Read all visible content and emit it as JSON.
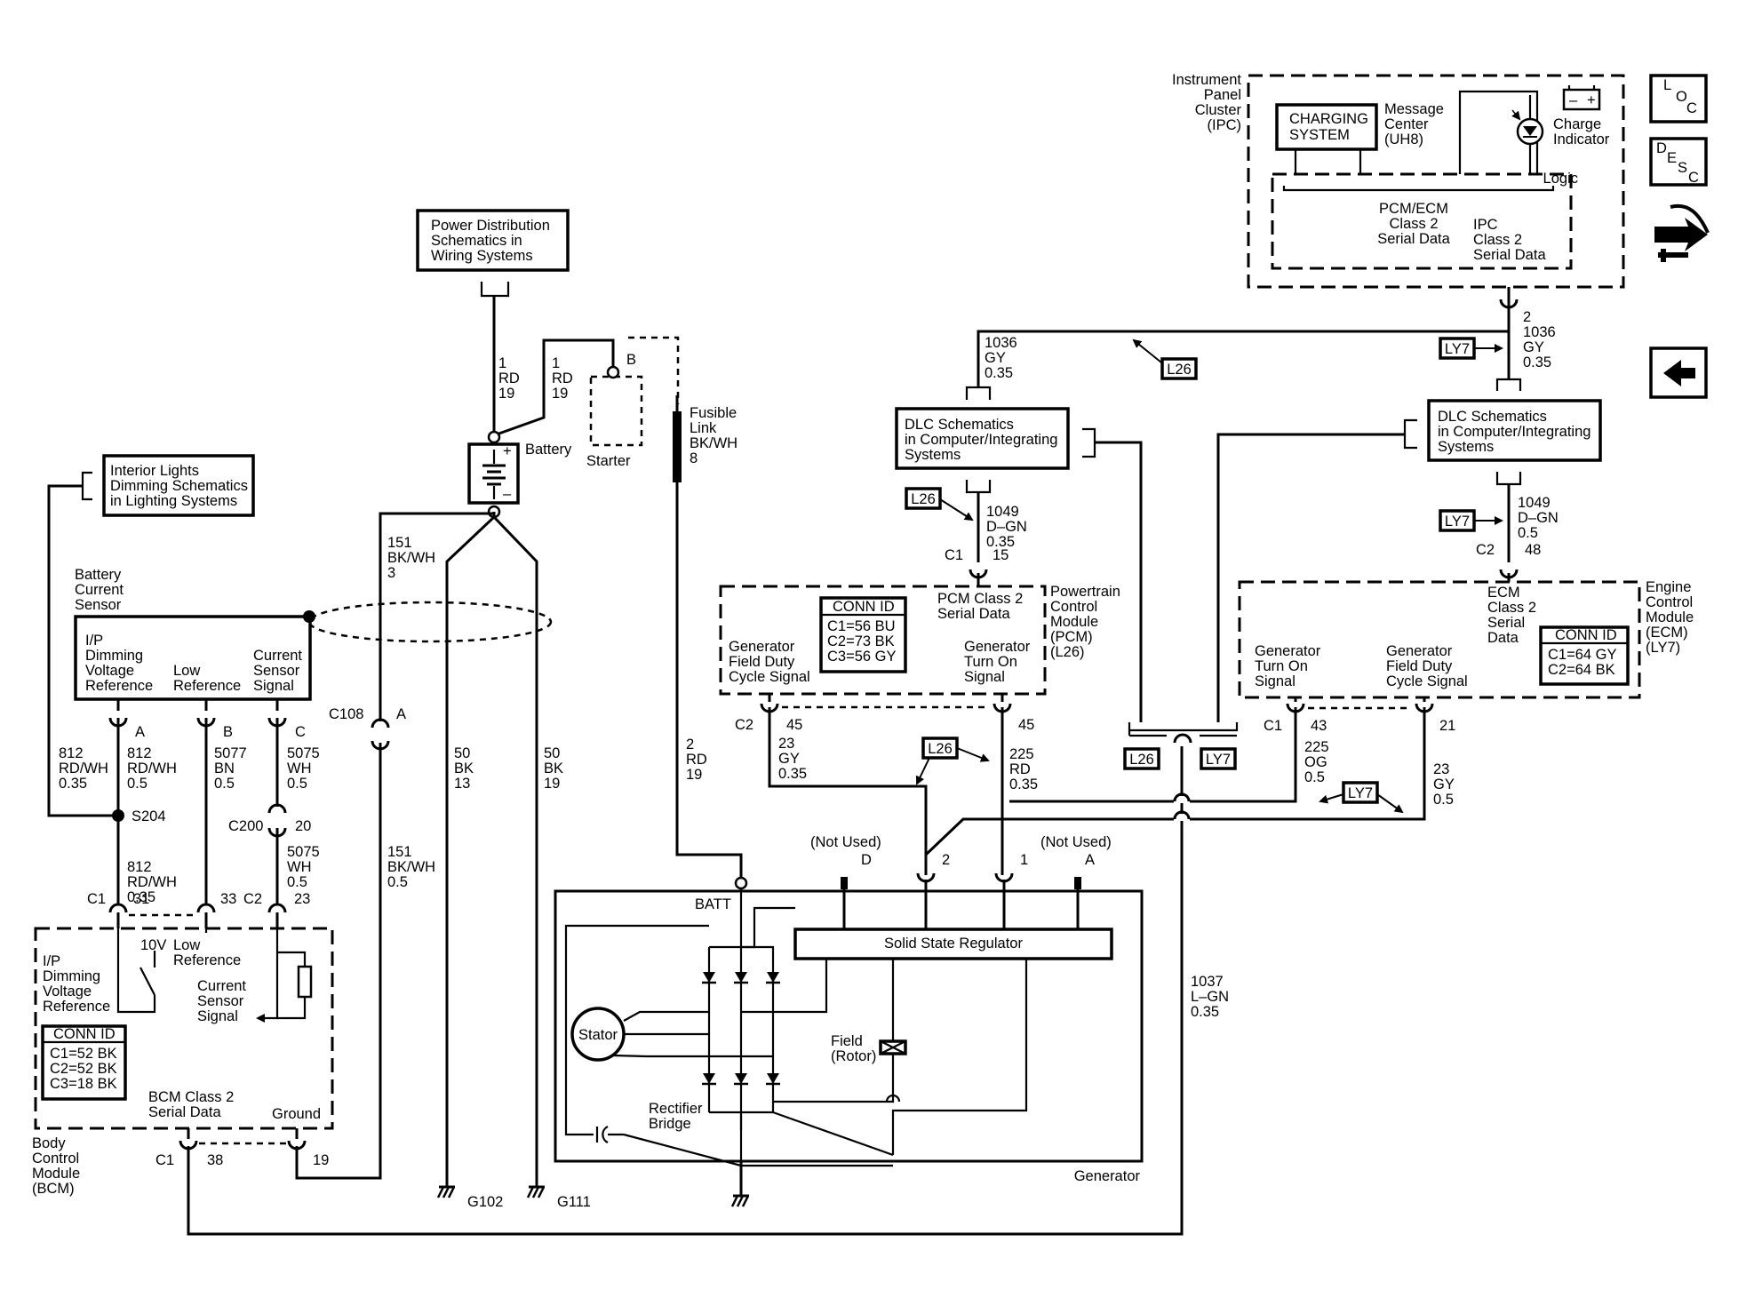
{
  "ipc": {
    "title": [
      "Instrument",
      "Panel",
      "Cluster",
      "(IPC)"
    ],
    "charging_system": [
      "CHARGING",
      "SYSTEM"
    ],
    "message_center": [
      "Message",
      "Center",
      "(UH8)"
    ],
    "charge_indicator": [
      "Charge",
      "Indicator"
    ],
    "logic": "Logic",
    "pcm_ecm_serial": [
      "PCM/ECM",
      "Class 2",
      "Serial Data"
    ],
    "ipc_serial": [
      "IPC",
      "Class 2",
      "Serial Data"
    ]
  },
  "side_buttons": {
    "loc": [
      "L",
      "O",
      "C"
    ],
    "desc": [
      "D",
      "E",
      "S",
      "C"
    ]
  },
  "power_distribution": [
    "Power Distribution",
    "Schematics in",
    "Wiring Systems"
  ],
  "interior_lights": [
    "Interior Lights",
    "Dimming Schematics",
    "in Lighting Systems"
  ],
  "battery_current_sensor": {
    "title": [
      "Battery",
      "Current",
      "Sensor"
    ],
    "dimming": [
      "I/P",
      "Dimming",
      "Voltage",
      "Reference"
    ],
    "low_ref": [
      "Low",
      "Reference"
    ],
    "current_signal": [
      "Current",
      "Sensor",
      "Signal"
    ],
    "pins": [
      "A",
      "B",
      "C"
    ]
  },
  "battery": "Battery",
  "starter": "Starter",
  "starter_pin": "B",
  "fusible_link": [
    "Fusible",
    "Link",
    "BK/WH",
    "8"
  ],
  "dlc_pcm": [
    "DLC Schematics",
    "in Computer/Integrating",
    "Systems"
  ],
  "dlc_ecm": [
    "DLC Schematics",
    "in Computer/Integrating",
    "Systems"
  ],
  "pcm": {
    "title": [
      "Powertrain",
      "Control",
      "Module",
      "(PCM)",
      "(L26)"
    ],
    "conn_id": [
      "CONN ID",
      "C1=56 BU",
      "C2=73 BK",
      "C3=56 GY"
    ],
    "serial": [
      "PCM Class 2",
      "Serial Data"
    ],
    "field_duty": [
      "Generator",
      "Field Duty",
      "Cycle Signal"
    ],
    "turn_on": [
      "Generator",
      "Turn On",
      "Signal"
    ]
  },
  "ecm": {
    "title": [
      "Engine",
      "Control",
      "Module",
      "(ECM)",
      "(LY7)"
    ],
    "conn_id": [
      "CONN ID",
      "C1=64 GY",
      "C2=64 BK"
    ],
    "serial": [
      "ECM",
      "Class 2",
      "Serial",
      "Data"
    ],
    "turn_on": [
      "Generator",
      "Turn On",
      "Signal"
    ],
    "field_duty": [
      "Generator",
      "Field Duty",
      "Cycle Signal"
    ]
  },
  "bcm": {
    "title": [
      "Body",
      "Control",
      "Module",
      "(BCM)"
    ],
    "conn_id": [
      "CONN ID",
      "C1=52 BK",
      "C2=52 BK",
      "C3=18 BK"
    ],
    "dimming": [
      "I/P",
      "Dimming",
      "Voltage",
      "Reference"
    ],
    "ten_v": "10V",
    "low_ref": [
      "Low",
      "Reference"
    ],
    "current_signal": [
      "Current",
      "Sensor",
      "Signal"
    ],
    "serial": [
      "BCM Class 2",
      "Serial Data"
    ],
    "ground": "Ground"
  },
  "generator": {
    "title": "Generator",
    "regulator": "Solid State Regulator",
    "batt": "BATT",
    "stator": "Stator",
    "field": [
      "Field",
      "(Rotor)"
    ],
    "rectifier": [
      "Rectifier",
      "Bridge"
    ],
    "not_used": "(Not Used)",
    "pins": [
      "D",
      "2",
      "1",
      "A"
    ]
  },
  "option_tags": [
    "L26",
    "LY7"
  ],
  "wires": {
    "w1_left": [
      "1",
      "RD",
      "19"
    ],
    "w1_right": [
      "1",
      "RD",
      "19"
    ],
    "w151_top": [
      "151",
      "BK/WH",
      "3"
    ],
    "w151_bot": [
      "151",
      "BK/WH",
      "0.5"
    ],
    "w50_13": [
      "50",
      "BK",
      "13"
    ],
    "w50_19": [
      "50",
      "BK",
      "19"
    ],
    "w2_rd": [
      "2",
      "RD",
      "19"
    ],
    "w812_left": [
      "812",
      "RD/WH",
      "0.35"
    ],
    "w812_a": [
      "812",
      "RD/WH",
      "0.5"
    ],
    "w812_bot": [
      "812",
      "RD/WH",
      "0.35"
    ],
    "w5077": [
      "5077",
      "BN",
      "0.5"
    ],
    "w5075_top": [
      "5075",
      "WH",
      "0.5"
    ],
    "w5075_bot": [
      "5075",
      "WH",
      "0.5"
    ],
    "w1036_l": [
      "1036",
      "GY",
      "0.35"
    ],
    "w1036_r": [
      "2",
      "1036",
      "GY",
      "0.35"
    ],
    "w1049_l": [
      "1049",
      "D–GN",
      "0.35"
    ],
    "w1049_r": [
      "1049",
      "D–GN",
      "0.5"
    ],
    "w23_pcm": [
      "23",
      "GY",
      "0.35"
    ],
    "w225_pcm": [
      "225",
      "RD",
      "0.35"
    ],
    "w225_ecm": [
      "225",
      "OG",
      "0.5"
    ],
    "w23_ecm": [
      "23",
      "GY",
      "0.5"
    ],
    "w1037": [
      "1037",
      "L–GN",
      "0.35"
    ]
  },
  "connectors": {
    "c108": "C108",
    "c108_pin": "A",
    "s204": "S204",
    "c200": "C200",
    "c200_pin": "20",
    "bcm_c1": "C1",
    "bcm_c1_pin": "31",
    "bcm_33": "33",
    "bcm_c2": "C2",
    "bcm_c2_pin": "23",
    "bcm_bot_c1": "C1",
    "bcm_38": "38",
    "bcm_19": "19",
    "pcm_c1": "C1",
    "pcm_15": "15",
    "pcm_c2": "C2",
    "pcm_45a": "45",
    "pcm_45b": "45",
    "ecm_c2": "C2",
    "ecm_48": "48",
    "ecm_c1": "C1",
    "ecm_43": "43",
    "ecm_21": "21",
    "g102": "G102",
    "g111": "G111"
  }
}
